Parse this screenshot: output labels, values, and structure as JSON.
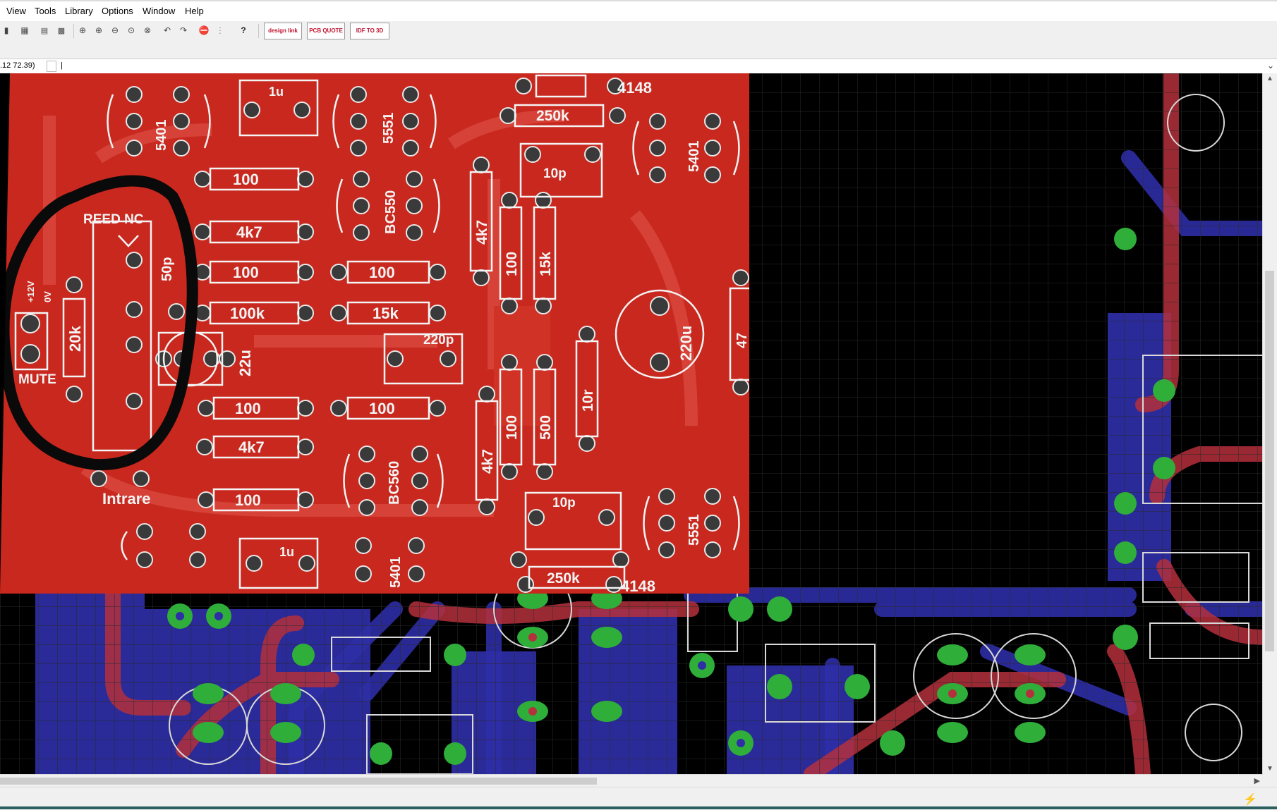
{
  "menu": {
    "items": [
      "View",
      "Tools",
      "Library",
      "Options",
      "Window",
      "Help"
    ]
  },
  "toolbar": {
    "badges": {
      "design_link": "design link",
      "pcb_quote": "PCB QUOTE",
      "idf": "IDF TO 3D"
    },
    "help_glyph": "?"
  },
  "command": {
    "coordinates": ".12 72.39)",
    "value": "|"
  },
  "photo_labels": {
    "reed": "REED NC",
    "plus12": "+12V",
    "zero_v": "0V",
    "mute": "MUTE",
    "intrare": "Intrare",
    "r20k": "20k",
    "r50p": "50p",
    "c22u": "22u",
    "c1u_top": "1u",
    "c1u_bottom": "1u",
    "ic5401_a": "5401",
    "ic5401_b": "5401",
    "ic5401_c": "5401",
    "ic5551_a": "5551",
    "ic5551_b": "5551",
    "bc550": "BC550",
    "bc560": "BC560",
    "r100_a": "100",
    "r4k7_a": "4k7",
    "r100_b": "100",
    "r100k": "100k",
    "r100_c": "100",
    "r4k7_b": "4k7",
    "r100_d": "100",
    "r100_e": "100",
    "r15k_h": "15k",
    "c220p": "220p",
    "r100_f": "100",
    "r4k7_v1": "4k7",
    "r100_v1": "100",
    "r15k_v": "15k",
    "r4k7_v2": "4k7",
    "r100_v2": "100",
    "r500": "500",
    "r10r": "10r",
    "c220u": "220u",
    "r47": "47",
    "d4148_top": "4148",
    "d4148_bottom": "4148",
    "r250k_top": "250k",
    "r250k_bottom": "250k",
    "c10p_top": "10p",
    "c10p_bottom": "10p"
  },
  "colors": {
    "board_bg": "#000000",
    "top_copper": "#b4303c",
    "bottom_copper": "#2e2ea6",
    "pad": "#2fae3a",
    "silk": "#d8d8d8",
    "photo_board": "#c8281e"
  },
  "icons": {
    "status_icon": "lightning-icon"
  }
}
